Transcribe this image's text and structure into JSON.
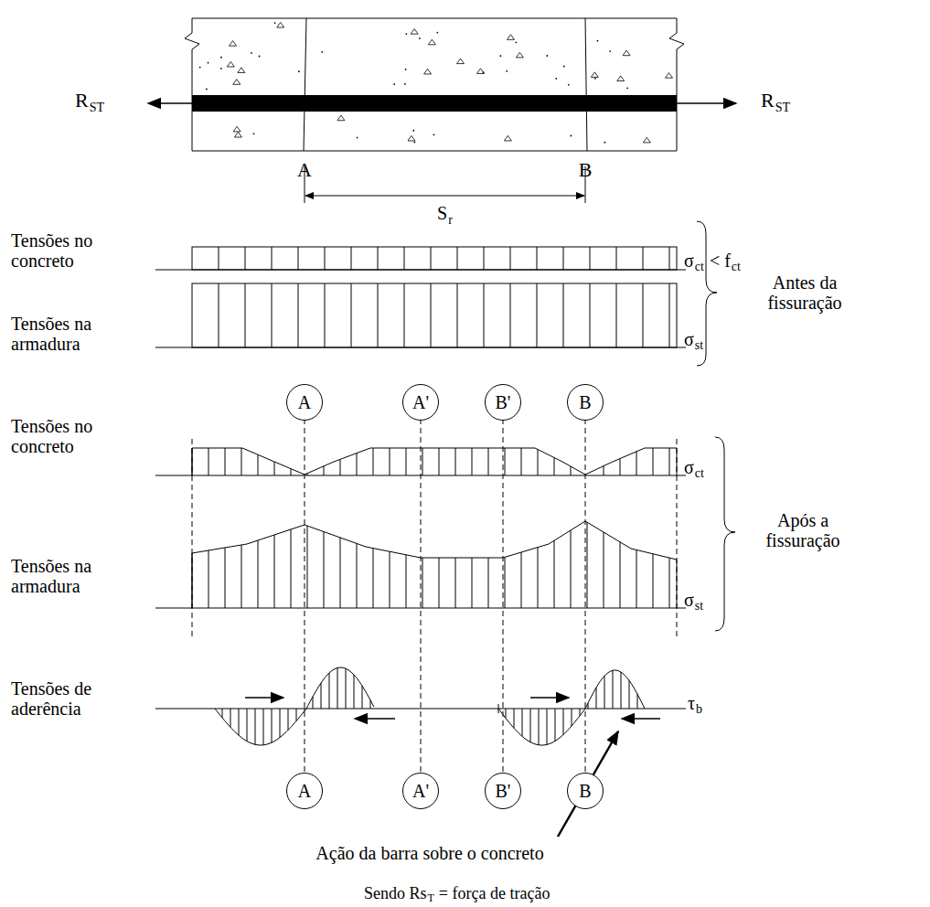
{
  "diagram": {
    "nodes": [
      {
        "text": [
          "A"
        ]
      },
      {
        "text": [
          "A'"
        ]
      },
      {
        "text": [
          "B'"
        ]
      },
      {
        "text": [
          "B"
        ]
      },
      {
        "text": [
          "A"
        ]
      },
      {
        "text": [
          "A'"
        ]
      },
      {
        "text": [
          "B'"
        ]
      },
      {
        "text": [
          "B"
        ]
      }
    ],
    "labels": [
      "R",
      "ST",
      "R",
      "ST",
      "A",
      "B",
      "S",
      "r",
      "Tensões no concreto",
      "σ",
      "ct",
      "< f",
      "ct",
      "Antes da fissuração",
      "Tensões na armadura",
      "σ",
      "st",
      "Tensões no concreto",
      "σ",
      "ct",
      "Após a fissuração",
      "Tensões na armadura",
      "σ",
      "st",
      "Tensões de aderência",
      "τ",
      "b",
      "Ação da barra sobre o concreto",
      "Sendo Rs",
      "T",
      "= força de tração"
    ]
  }
}
